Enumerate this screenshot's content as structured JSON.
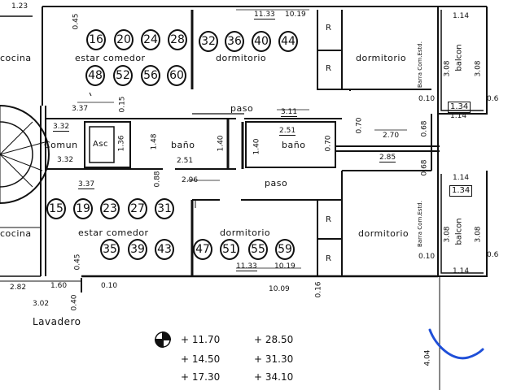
{
  "rooms": {
    "cocina_top": "cocina",
    "estar_comedor_top": "estar comedor",
    "dormitorio_top_mid": "dormitorio",
    "dormitorio_top_right": "dormitorio",
    "paso_top": "paso",
    "comun": "Comun",
    "asc": "Asc",
    "bano_left": "baño",
    "bano_right": "baño",
    "paso_mid": "paso",
    "cocina_bottom": "cocina",
    "estar_comedor_bottom": "estar comedor",
    "dormitorio_bottom_mid": "dormitorio",
    "dormitorio_bottom_right": "dormitorio",
    "lavadero": "Lavadero",
    "balcon_top": "balcon",
    "balcon_bottom": "balcon",
    "barra_top": "Barra Com.Estd.",
    "barra_bottom": "Barra Com.Estd.",
    "r_top1": "R",
    "r_top2": "R",
    "r_bot1": "R",
    "r_bot2": "R"
  },
  "circles_top_row1": [
    "16",
    "20",
    "24",
    "28",
    "32",
    "36",
    "40",
    "44"
  ],
  "circles_top_row2": [
    "48",
    "52",
    "56",
    "60"
  ],
  "circles_bottom_row1": [
    "15",
    "19",
    "23",
    "27",
    "31"
  ],
  "circles_bottom_row2": [
    "35",
    "39",
    "43",
    "47",
    "51",
    "55",
    "59"
  ],
  "dimensions": {
    "d_11_33_top": "11.33",
    "d_10_19_top": "10.19",
    "d_3_37_top": "3.37",
    "d_3_11": "3.11",
    "d_3_32a": "3.32",
    "d_3_32b": "3.32",
    "d_1_36": "1.36",
    "d_1_48": "1.48",
    "d_2_51": "2.51",
    "d_1_40a": "1.40",
    "d_2_51b": "2.51",
    "d_1_40b": "1.40",
    "d_0_70a": "0.70",
    "d_0_70b": "0.70",
    "d_2_70": "2.70",
    "d_2_85": "2.85",
    "d_0_68a": "0.68",
    "d_0_68b": "0.68",
    "d_3_37_bot": "3.37",
    "d_2_96": "2.96",
    "d_0_88": "0.88",
    "d_0_15": "0.15",
    "d_11_33_bot": "11.33",
    "d_10_19_bot": "10.19",
    "d_10_09": "10.09",
    "d_0_45a": "0.45",
    "d_0_45b": "0.45",
    "d_1_14a": "1.14",
    "d_1_14b": "1.14",
    "d_1_34a": "1.34",
    "d_1_14c": "1.14",
    "d_1_14d": "1.14",
    "d_1_34b": "1.34",
    "d_3_08a": "3.08",
    "d_3_08b": "3.08",
    "d_3_08c": "3.08",
    "d_3_08d": "3.08",
    "d_0_10a": "0.10",
    "d_0_10b": "0.10",
    "d_0_6a": "0.6",
    "d_0_6b": "0.6",
    "d_2_82": "2.82",
    "d_1_60": "1.60",
    "d_3_02": "3.02",
    "d_0_40": "0.40",
    "d_1_23": "1.23",
    "d_0_16": "0.16",
    "d_4_04": "4.04",
    "d_0_10c": "0.10"
  },
  "levels": {
    "l1": "+ 11.70",
    "l2": "+ 14.50",
    "l3": "+ 17.30",
    "r1": "+ 28.50",
    "r2": "+ 31.30",
    "r3": "+ 34.10"
  },
  "colors": {
    "ink": "#111111",
    "annotation": "#1f4fd8",
    "paper": "#ffffff"
  }
}
